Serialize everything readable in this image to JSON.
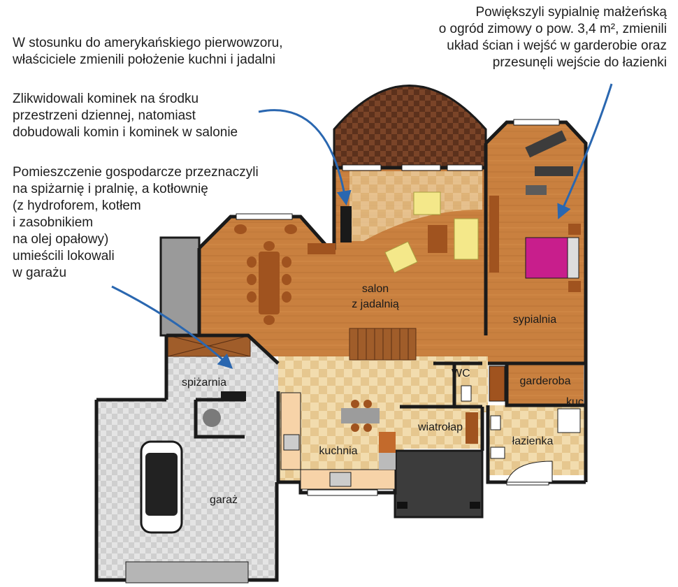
{
  "annotations": {
    "top_right": {
      "lines": [
        "Powiększyli sypialnię małżeńską",
        "o ogród zimowy o pow. 3,4 m², zmienili",
        "układ ścian i wejść w garderobie oraz",
        "przesunęli wejście do łazienki"
      ]
    },
    "left_1": {
      "lines": [
        "W stosunku do amerykańskiego pierwowzoru,",
        "właściciele zmienili położenie kuchni i jadalni"
      ]
    },
    "left_2": {
      "lines": [
        "Zlikwidowali kominek na środku",
        "przestrzeni dziennej, natomiast",
        "dobudowali komin i kominek w salonie"
      ]
    },
    "left_3": {
      "lines": [
        "Pomieszczenie gospodarcze przeznaczyli",
        "na spiżarnię i pralnię, a kotłownię",
        "(z hydroforem, kotłem",
        "i zasobnikiem",
        "na olej opałowy)",
        "umieścili lokowali",
        "w garażu"
      ]
    }
  },
  "rooms": {
    "salon_line1": "salon",
    "salon_line2": "z jadalnią",
    "sypialnia": "sypialnia",
    "garderoba": "garderoba",
    "wc": "WC",
    "kuchnia": "kuchnia",
    "spizarnia": "spiżarnia",
    "wiatrolap": "wiatrołap",
    "lazienka": "łazienka",
    "garaz": "garaż",
    "kuc": "kuc"
  },
  "colors": {
    "wall": "#1a1a1a",
    "wood_floor": "#c9803f",
    "tile_floor": "#efd6a6",
    "conservatory": "#6b3a22",
    "garage_floor": "#e6e6e6",
    "arrow": "#2a67b0",
    "bed": "#c81e8c",
    "sofa": "#f4e88a",
    "table": "#a0531f"
  }
}
